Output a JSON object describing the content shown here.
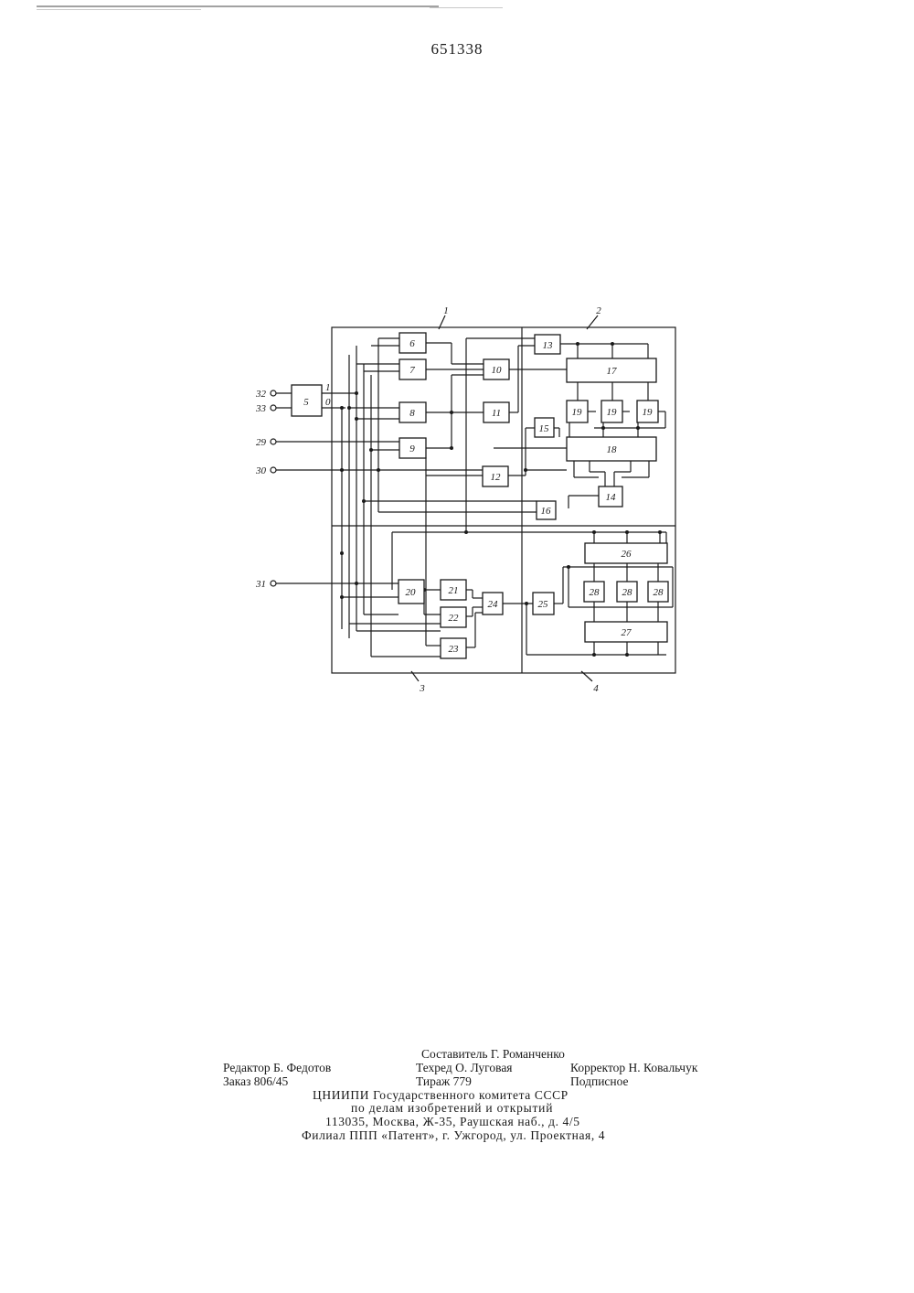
{
  "document": {
    "patent_number": "651338"
  },
  "diagram": {
    "zones": [
      "1",
      "2",
      "3",
      "4"
    ],
    "terminals": [
      "32",
      "33",
      "29",
      "30",
      "31"
    ],
    "port_labels": {
      "out1": "1",
      "out0": "0"
    },
    "blocks": [
      "5",
      "6",
      "7",
      "8",
      "9",
      "10",
      "11",
      "12",
      "13",
      "14",
      "15",
      "16",
      "17",
      "18",
      "19",
      "19",
      "19",
      "20",
      "21",
      "22",
      "23",
      "24",
      "25",
      "26",
      "27",
      "28",
      "28",
      "28"
    ]
  },
  "imprint": {
    "compiler": "Составитель Г. Романченко",
    "editor": "Редактор Б. Федотов",
    "techred": "Техред О. Луговая",
    "corrector": "Корректор Н. Ковальчук",
    "order": "Заказ 806/45",
    "circulation": "Тираж 779",
    "subscription": "Подписное",
    "institute": "ЦНИИПИ Государственного комитета СССР",
    "institute_sub": "по делам изобретений и открытий",
    "address": "113035, Москва, Ж-35, Раушская наб., д. 4/5",
    "branch": "Филиал ППП «Патент», г. Ужгород, ул. Проектная, 4"
  }
}
